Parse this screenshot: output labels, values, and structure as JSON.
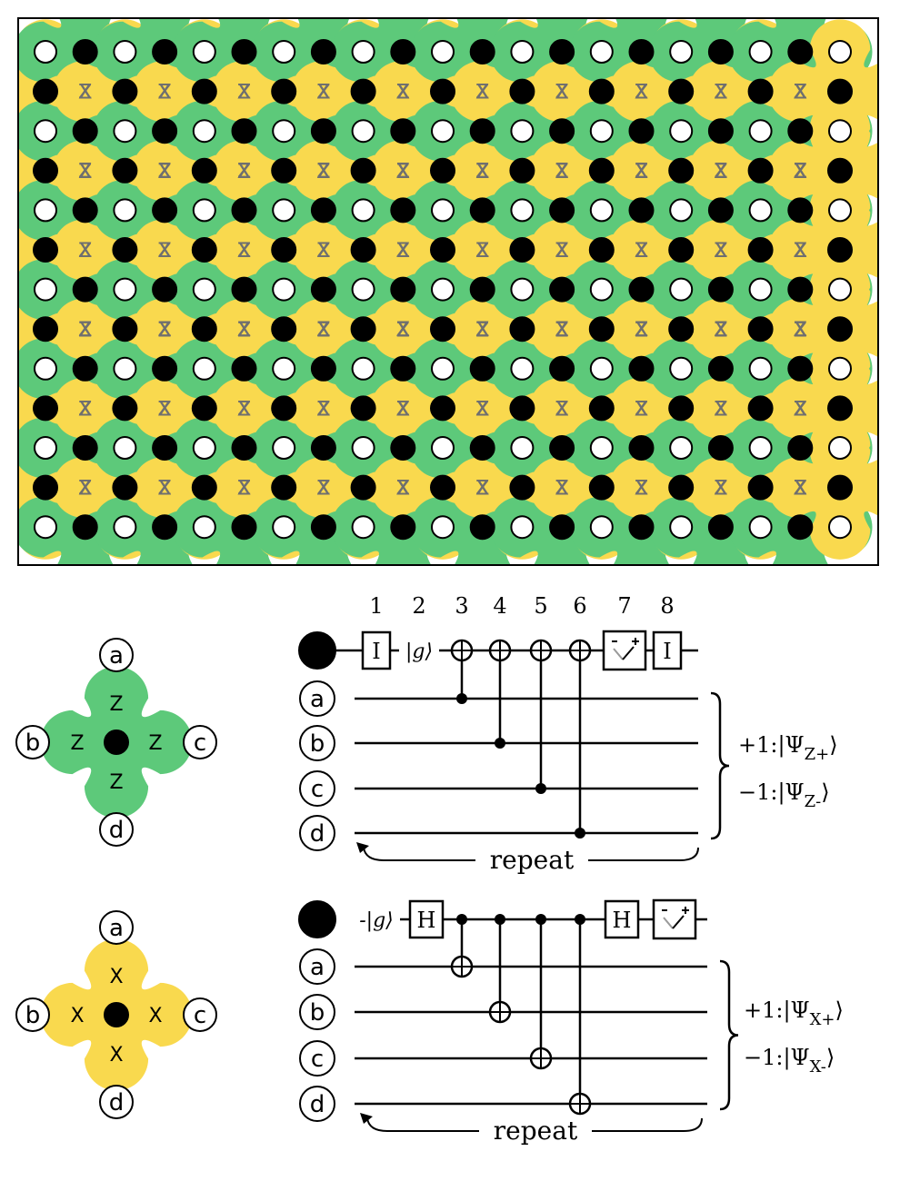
{
  "colors": {
    "z_plaquette": "#5dc97a",
    "x_plaquette": "#f9d94e",
    "measure_qubit": "#000000",
    "data_qubit": "#ffffff"
  },
  "lattice": {
    "z_label": "Z",
    "x_label": "X"
  },
  "plaquettes": {
    "z": {
      "op": "Z",
      "qubits": [
        "a",
        "b",
        "c",
        "d"
      ]
    },
    "x": {
      "op": "X",
      "qubits": [
        "a",
        "b",
        "c",
        "d"
      ]
    }
  },
  "circuits": {
    "z": {
      "steps": [
        "1",
        "2",
        "3",
        "4",
        "5",
        "6",
        "7",
        "8"
      ],
      "ground": "|g⟩",
      "identity": "I",
      "qubits": [
        "a",
        "b",
        "c",
        "d"
      ],
      "result_plus": "+1:|Ψ",
      "result_plus_sub": "Z+",
      "result_minus": "−1:|Ψ",
      "result_minus_sub": "Z-",
      "ket_close": "⟩",
      "repeat": "repeat"
    },
    "x": {
      "ground": "|g⟩",
      "hadamard": "H",
      "qubits": [
        "a",
        "b",
        "c",
        "d"
      ],
      "result_plus": "+1:|Ψ",
      "result_plus_sub": "X+",
      "result_minus": "−1:|Ψ",
      "result_minus_sub": "X-",
      "ket_close": "⟩",
      "repeat": "repeat"
    }
  }
}
